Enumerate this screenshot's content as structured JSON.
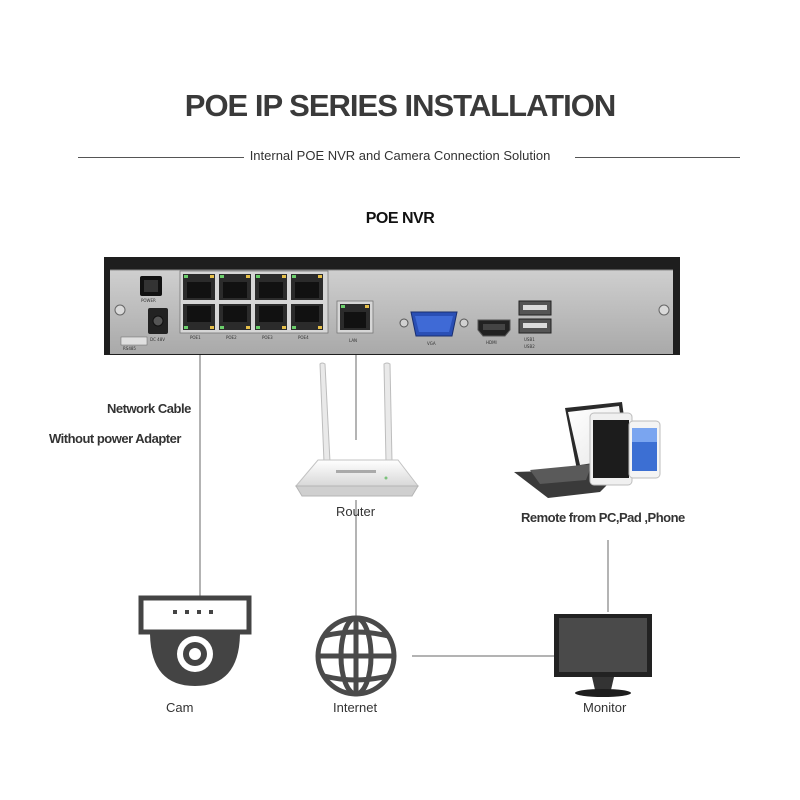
{
  "header": {
    "title": "POE IP SERIES INSTALLATION",
    "subtitle": "Internal  POE NVR and Camera Connection Solution"
  },
  "nvr": {
    "label": "POE NVR",
    "power_label": "POWER",
    "dc_label": "DC 48V",
    "rs485_label": "RS485",
    "port_labels": [
      "POE1",
      "POE2",
      "POE3",
      "POE4"
    ],
    "lan_label": "LAN",
    "vga_label": "VGA",
    "hdmi_label": "HDMI",
    "usb_labels": [
      "USB1",
      "USB2"
    ]
  },
  "labels": {
    "network_cable": "Network Cable",
    "without_adapter": "Without power Adapter",
    "router": "Router",
    "remote": "Remote from PC,Pad ,Phone",
    "cam": "Cam",
    "internet": "Internet",
    "monitor": "Monitor"
  },
  "colors": {
    "line": "#9a9a9a",
    "device_body": "#bdbdbd",
    "device_dark": "#222222",
    "icon_dark": "#4a4a4a"
  }
}
